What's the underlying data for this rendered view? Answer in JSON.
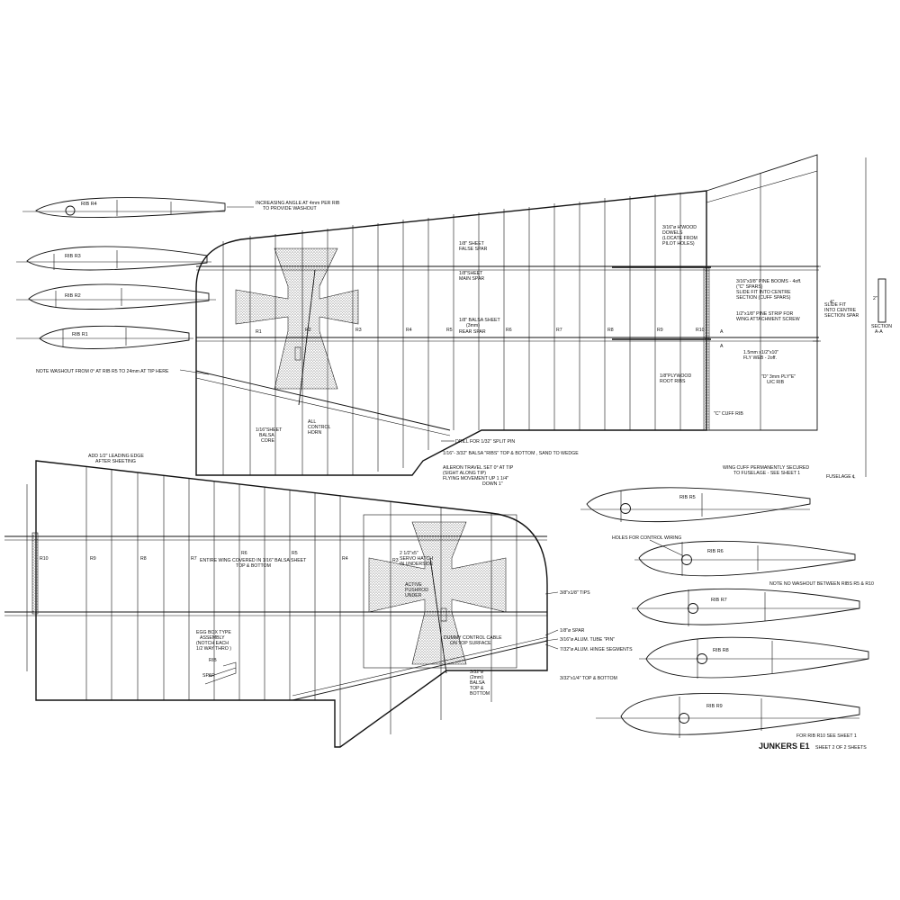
{
  "title_block": {
    "model": "JUNKERS E1",
    "sheet": "SHEET 2 OF 2 SHEETS"
  },
  "upper_wing": {
    "rib_stations": [
      "R1",
      "R2",
      "R3",
      "R4",
      "R5",
      "R6",
      "R7",
      "R8",
      "R9",
      "R10"
    ],
    "notes": {
      "increasing_angle": [
        "INCREASING ANGLE AT 4mm PER RIB",
        "TO PROVIDE WASHOUT"
      ],
      "washout": "NOTE WASHOUT FROM 0° AT RIB R5 TO 24mm AT TIP HERE",
      "false_spar": [
        "1/8\" SHEET",
        "FALSE SPAR"
      ],
      "main_spar": [
        "1/8\"SHEET",
        "MAIN SPAR"
      ],
      "rear_spar": [
        "1/8\" BALSA SHEET",
        "(3mm)",
        "REAR SPAR"
      ],
      "dowels": [
        "3/16\"ø H'WOOD",
        "DOWELS",
        "(LOCATE FROM",
        "PILOT HOLES)"
      ],
      "pine_booms": [
        "3/16\"x3/8\" PINE BOOMS - 4off.",
        "(\"C\" SPARS)",
        "SLIDE FIT INTO CENTRE",
        "SECTION (CUFF SPARS)"
      ],
      "pine_strip": [
        "1/2\"x1/8\" PINE STRIP FOR",
        "WING ATTACHMENT SCREW"
      ],
      "fly_web": [
        "1.5mm x1/2\"x10\"",
        "FLY WEB - 2off."
      ],
      "ply_root": [
        "1/8\"PLYWOOD",
        "ROOT RIBS"
      ],
      "d_ply": [
        "\"D\" 3mm PLY",
        "U/C RIB"
      ],
      "slide_fit": [
        "SLIDE FIT",
        "INTO CENTRE",
        "SECTION SPAR"
      ],
      "cuff_rib": "\"C\" CUFF RIB",
      "sheet_core": [
        "1/16\"SHEET",
        "BALSA",
        "CORE"
      ],
      "control_horn": [
        "ALL",
        "CONTROL",
        "HORN"
      ],
      "drill": "DRILL FOR 1/32\" SPLIT PIN",
      "ribs_balsa": "1/16\"- 3/32\" BALSA \"RIBS\" TOP & BOTTOM , SAND TO WEDGE",
      "aileron_travel": [
        "AILERON TRAVEL SET 0° AT TIP",
        "(SIGHT ALONG TIP)",
        "FLYING MOVEMENT UP 1 1/4\"",
        "DOWN 1\""
      ],
      "cuff_secured": [
        "WING CUFF PERMANENTLY SECURED",
        "TO FUSELAGE - SEE SHEET 1"
      ],
      "fuselage": "FUSELAGE ℄",
      "section_aa": [
        "SECTION",
        "A-A"
      ],
      "dim_4": "4\"",
      "dim_2": "2\"",
      "label_a": "A",
      "label_d": "\"D\"",
      "label_e": "\"E\""
    }
  },
  "lower_wing": {
    "rib_stations": [
      "R10",
      "R9",
      "R8",
      "R7",
      "R6",
      "R5",
      "R4",
      "R3"
    ],
    "notes": {
      "leading_edge": [
        "ADD 1/2\" LEADING EDGE",
        "AFTER SHEETING"
      ],
      "covering": [
        "ENTIRE WING COVERED IN 1/16\" BALSA SHEET",
        "TOP & BOTTOM"
      ],
      "servo_hatch": [
        "2 1/2\"x5\"",
        "SERVO HATCH",
        "IN UNDERSIDE"
      ],
      "pushrod": [
        "ACTIVE",
        "PUSHROD",
        "UNDER"
      ],
      "tips": "3/8\"x1/8\" TIPS",
      "spar": "1/8\"ø SPAR",
      "alum_tube": "3/16\"ø ALUM. TUBE \"PIN\"",
      "hinge": "7/32\"ø ALUM. HINGE SEGMENTS",
      "dummy_cable": [
        "DUMMY CONTROL CABLE",
        "ON TOP SURFACE"
      ],
      "balsa_3_32": [
        "3/32\"ø",
        "(2mm)",
        "BALSA",
        "TOP &",
        "BOTTOM"
      ],
      "top_bottom": "3/32\"x1/4\" TOP & BOTTOM",
      "eggbox": [
        "EGG BOX TYPE",
        "ASSEMBLY",
        "(NOTCH EACH",
        "1/2 WAY THRO )"
      ],
      "eggbox_rib": "RIB",
      "eggbox_spar": "SPAR"
    }
  },
  "rib_profiles_left": [
    "RIB R4",
    "RIB R3",
    "RIB R2",
    "RIB R1"
  ],
  "rib_profiles_right": [
    "RIB R5",
    "RIB R6",
    "RIB R7",
    "RIB R8",
    "RIB R9"
  ],
  "right_notes": {
    "holes": "HOLES FOR CONTROL WIRING",
    "no_washout": "NOTE NO WASHOUT BETWEEN RIBS R5 & R10",
    "rib_r10": "FOR RIB R10 SEE SHEET 1"
  }
}
